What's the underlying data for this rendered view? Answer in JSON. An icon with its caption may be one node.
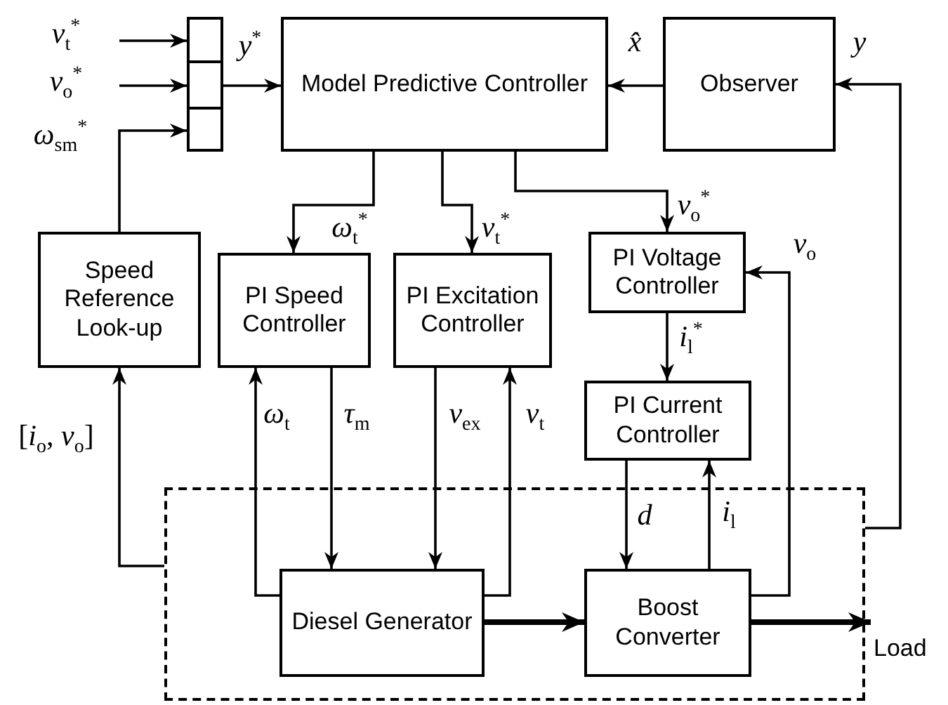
{
  "diagram": {
    "nodes": [
      {
        "text": [],
        "shape": "box"
      },
      {
        "text": [
          "Model Predictive Controller"
        ]
      },
      {
        "text": [
          "Observer"
        ]
      },
      {
        "text": [
          "Speed Reference Look-up"
        ]
      },
      {
        "text": [
          "PI Speed Controller"
        ]
      },
      {
        "text": [
          "PI Excitation Controller"
        ]
      },
      {
        "text": [
          "PI Voltage Controller"
        ]
      },
      {
        "text": [
          "PI Current Controller"
        ]
      },
      {
        "text": [],
        "shape": "box"
      },
      {
        "text": [
          "Diesel Generator"
        ],
        "in": 8
      },
      {
        "text": [
          "Boost Converter"
        ],
        "in": 8
      },
      {
        "text": [
          "Load"
        ]
      }
    ],
    "edges": [
      {
        "from": null,
        "to": 0,
        "arrow": "to",
        "label": "*v*$_{t}$$^{*}$"
      },
      {
        "from": null,
        "to": 0,
        "arrow": "to",
        "label": "*v*$_{o}$$^{*}$"
      },
      {
        "from": 3,
        "to": 0,
        "arrow": "to",
        "label": "*ω*$_{sm}$$^{*}$"
      },
      {
        "from": 0,
        "to": 1,
        "arrow": "to",
        "label": "*y*$^{*}$"
      },
      {
        "from": 2,
        "to": 1,
        "arrow": "to",
        "label": "*x̂*"
      },
      {
        "from": 8,
        "to": 2,
        "arrow": "to",
        "label": "*y*"
      },
      {
        "from": 1,
        "to": 4,
        "arrow": "to",
        "label": "*ω*$_{t}$$^{*}$"
      },
      {
        "from": 1,
        "to": 5,
        "arrow": "to",
        "label": "*v*$_{t}$$^{*}$"
      },
      {
        "from": 1,
        "to": 6,
        "arrow": "to",
        "label": "*v*$_{o}$$^{*}$"
      },
      {
        "from": 6,
        "to": 7,
        "arrow": "to",
        "label": "*i*$_{l}$$^{*}$"
      },
      {
        "from": 10,
        "to": 6,
        "arrow": "to",
        "label": "*v*$_{o}$"
      },
      {
        "from": 7,
        "to": 10,
        "arrow": "to",
        "label": "*d*"
      },
      {
        "from": 10,
        "to": 7,
        "arrow": "to",
        "label": "*i*$_{l}$"
      },
      {
        "from": 8,
        "to": 3,
        "arrow": "to",
        "label": "[*i*$_{o}$, *v*$_{o}$]"
      },
      {
        "from": 9,
        "to": 4,
        "arrow": "to",
        "label": "*ω*$_{t}$"
      },
      {
        "from": 4,
        "to": 9,
        "arrow": "to",
        "label": "*τ*$_{m}$"
      },
      {
        "from": 5,
        "to": 9,
        "arrow": "to",
        "label": "*v*$_{ex}$"
      },
      {
        "from": 9,
        "to": 5,
        "arrow": "to",
        "label": "*v*$_{t}$"
      },
      {
        "from": 9,
        "to": 10,
        "arrow": "to",
        "style": "thick"
      },
      {
        "from": 10,
        "to": 11,
        "arrow": "to",
        "style": "thick"
      }
    ]
  }
}
